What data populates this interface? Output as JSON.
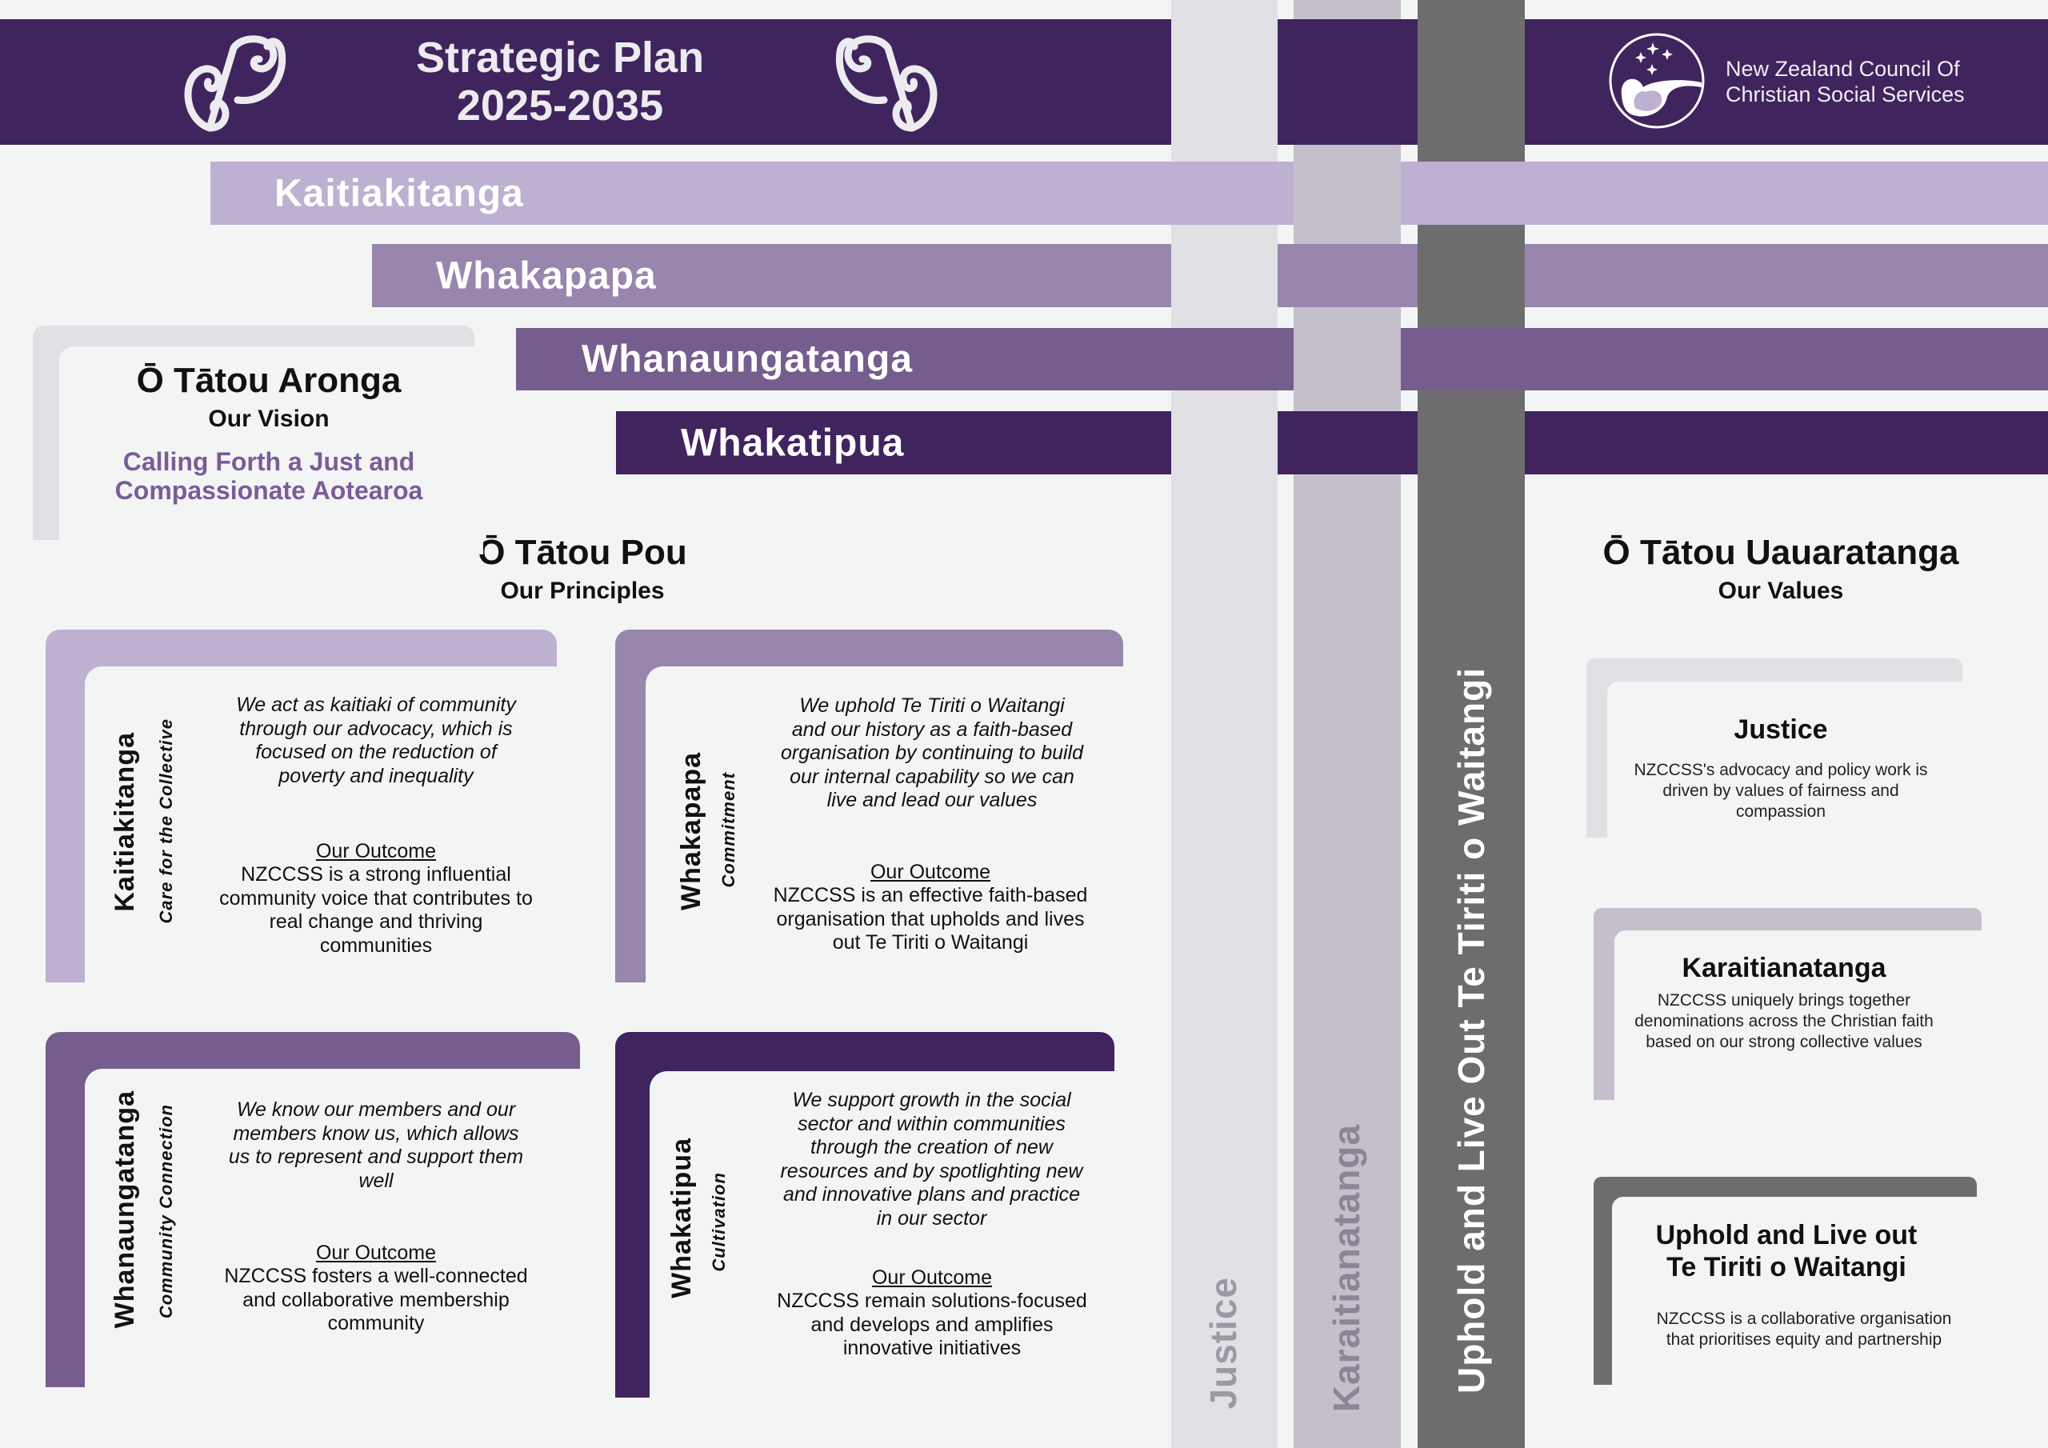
{
  "header": {
    "title_line1": "Strategic Plan",
    "title_line2": "2025-2035",
    "org_line1": "New Zealand Council Of",
    "org_line2": "Christian Social Services",
    "icons": [
      "koru-ornament-icon",
      "nzccss-logo"
    ]
  },
  "colors": {
    "dark_purple": "#40245e",
    "kaitiakitanga": "#bdb0d1",
    "whakapapa": "#9886ad",
    "whanaungatanga": "#755d8e",
    "whakatipua": "#40245e",
    "justice": "#e0e0e5",
    "karaitianatanga": "#c5bfcc",
    "uphold": "#6d6d70",
    "vision_text": "#7a5c99"
  },
  "bands": [
    "Kaitiakitanga",
    "Whakapapa",
    "Whanaungatanga",
    "Whakatipua"
  ],
  "columns": [
    "Justice",
    "Karaitianatanga",
    "Uphold and Live Out Te Tiriti o Waitangi"
  ],
  "vision": {
    "title": "Ō Tātou Aronga",
    "subtitle": "Our Vision",
    "text_line1": "Calling Forth a Just and",
    "text_line2": "Compassionate Aotearoa"
  },
  "principles": {
    "title": "Ō Tātou Pou",
    "subtitle": "Our Principles",
    "outcome_label": "Our Outcome",
    "items": [
      {
        "name": "Kaitiakitanga",
        "tagline": "Care for the Collective",
        "description": "We act as kaitiaki of community through our advocacy, which is focused on the reduction of poverty and inequality",
        "outcome": "NZCCSS is a strong influential community voice that contributes to real change and thriving communities"
      },
      {
        "name": "Whakapapa",
        "tagline": "Commitment",
        "description": "We uphold Te Tiriti o Waitangi and our history as a faith-based organisation by continuing to build our internal capability so we can live and lead our values",
        "outcome": "NZCCSS is an effective faith-based organisation that upholds and lives out Te Tiriti o Waitangi"
      },
      {
        "name": "Whanaungatanga",
        "tagline": "Community Connection",
        "description": "We know our members and our members know us, which allows us to represent and support them well",
        "outcome": "NZCCSS fosters a well-connected and collaborative membership community"
      },
      {
        "name": "Whakatipua",
        "tagline": "Cultivation",
        "description": "We support growth in the social sector and within communities through the creation of new resources and by spotlighting new and innovative plans and practice in our sector",
        "outcome": "NZCCSS remain solutions-focused and develops and amplifies innovative initiatives"
      }
    ]
  },
  "values": {
    "title": "Ō Tātou Uauaratanga",
    "subtitle": "Our Values",
    "items": [
      {
        "title": "Justice",
        "text": "NZCCSS's advocacy and policy work is driven by values of fairness and compassion"
      },
      {
        "title": "Karaitianatanga",
        "text": "NZCCSS uniquely brings together denominations across the Christian faith based on our strong collective values"
      },
      {
        "title_line1": "Uphold and Live out",
        "title_line2": "Te Tiriti o Waitangi",
        "text": "NZCCSS is a collaborative organisation that prioritises equity and partnership"
      }
    ]
  }
}
